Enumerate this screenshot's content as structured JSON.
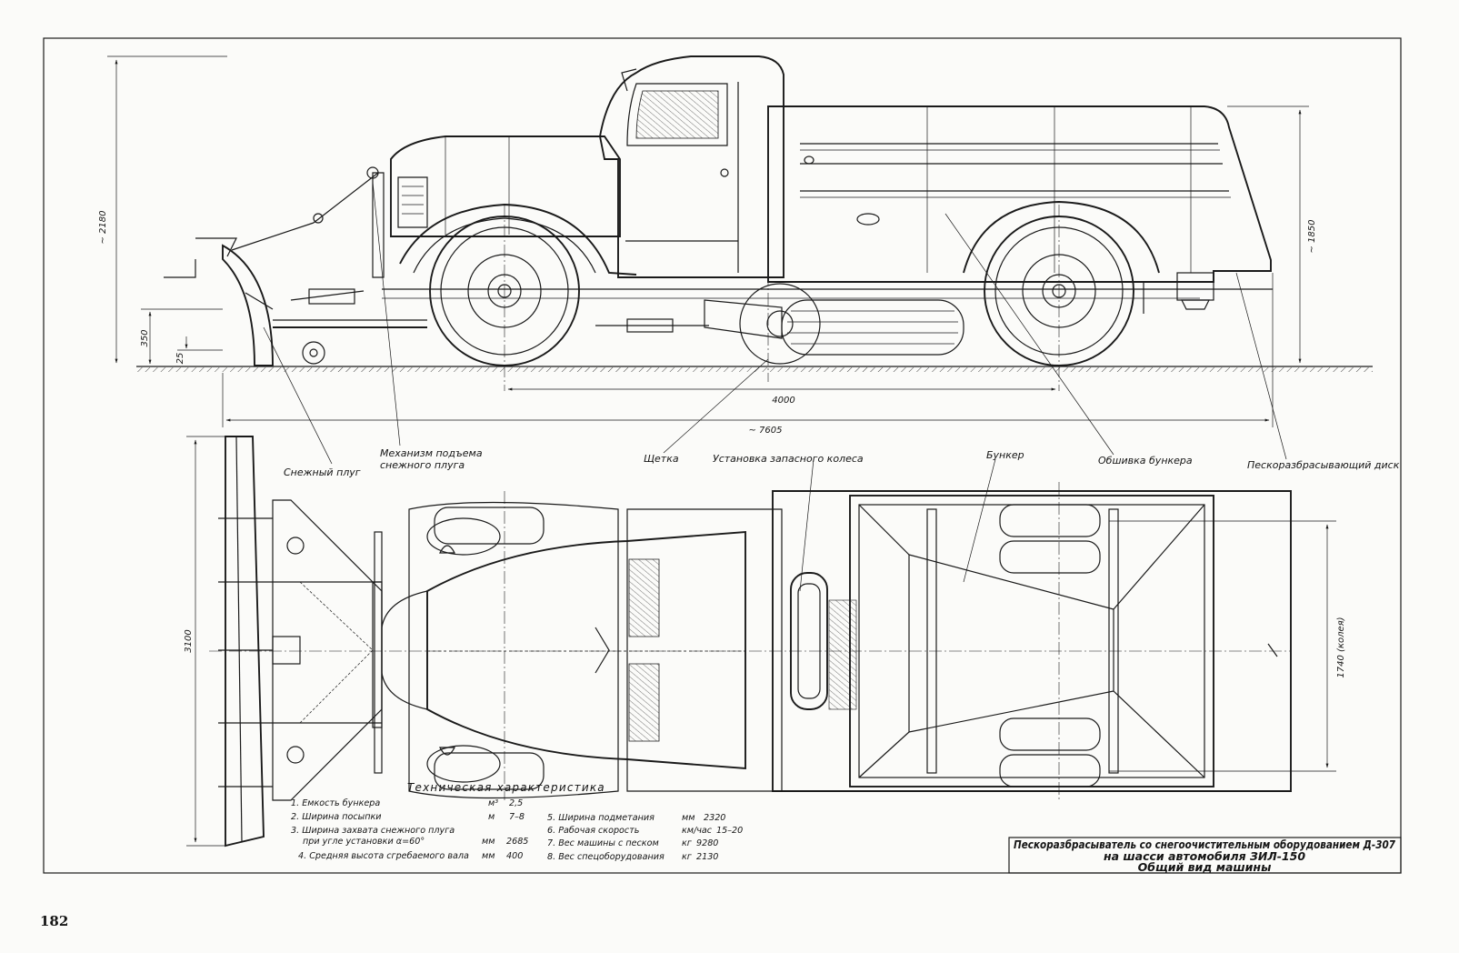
{
  "labels": {
    "plow": "Снежный плуг",
    "lift_mech_1": "Механизм подъема",
    "lift_mech_2": "снежного плуга",
    "brush": "Щетка",
    "spare_wheel": "Установка запасного колеса",
    "hopper": "Бункер",
    "hopper_cover": "Обшивка бункера",
    "spreader_disc": "Пескоразбрасывающий диск"
  },
  "dimensions": {
    "height_total": "~ 2180",
    "height_hopper": "~ 1850",
    "plow_lift": "350",
    "plow_clear": "25",
    "wheelbase": "4000",
    "length_total": "~ 7605",
    "width_plow": "3100",
    "track": "1740 (колея)"
  },
  "specs": {
    "heading": "Техническая характеристика",
    "left": [
      {
        "name": "1. Емкость бункера",
        "unit": "м³",
        "value": "2,5"
      },
      {
        "name": "2. Ширина посыпки",
        "unit": "м",
        "value": "7–8"
      },
      {
        "name": "3. Ширина захвата снежного плуга",
        "unit": "",
        "value": ""
      },
      {
        "name": "при угле установки α=60°",
        "unit": "мм",
        "value": "2685"
      },
      {
        "name": "4. Средняя высота сгребаемого вала",
        "unit": "мм",
        "value": "400"
      }
    ],
    "right": [
      {
        "name": "5. Ширина подметания",
        "unit": "мм",
        "value": "2320"
      },
      {
        "name": "6. Рабочая скорость",
        "unit": "км/час",
        "value": "15–20"
      },
      {
        "name": "7. Вес машины с песком",
        "unit": "кг",
        "value": "9280"
      },
      {
        "name": "8. Вес спецоборудования",
        "unit": "кг",
        "value": "2130"
      }
    ]
  },
  "title_block": {
    "line1": "Пескоразбрасыватель со снегоочистительным оборудованием Д-307",
    "line2": "на шасси автомобиля ЗИЛ-150",
    "line3": "Общий вид машины"
  },
  "page_number": "182"
}
